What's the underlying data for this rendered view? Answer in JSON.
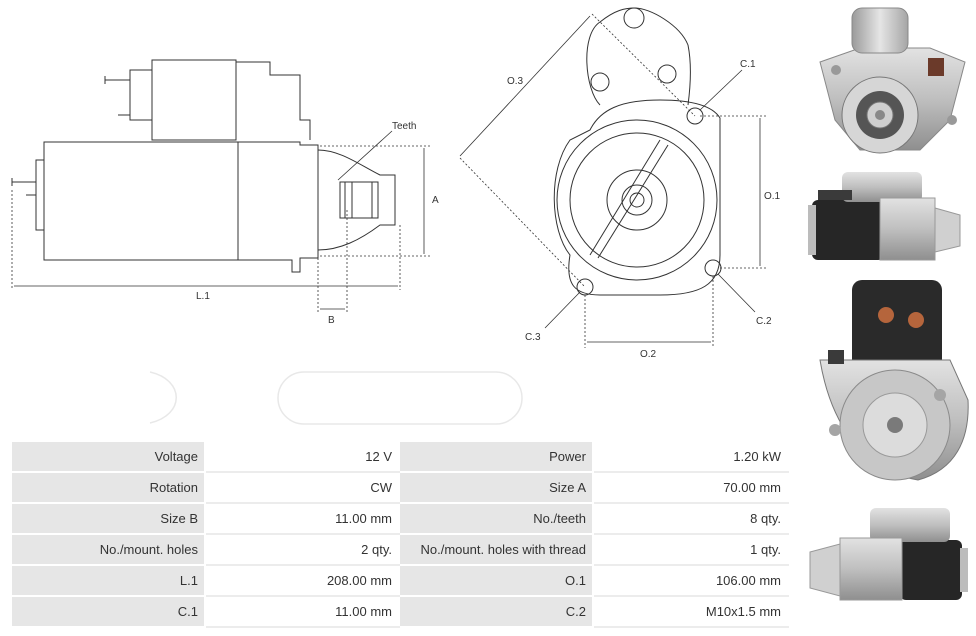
{
  "drawing": {
    "labels": {
      "teeth": "Teeth",
      "a": "A",
      "b": "B",
      "l1": "L.1",
      "o1": "O.1",
      "o2": "O.2",
      "o3": "O.3",
      "c1": "C.1",
      "c2": "C.2",
      "c3": "C.3"
    }
  },
  "specs": {
    "rows": [
      [
        {
          "label": "Voltage",
          "value": "12 V"
        },
        {
          "label": "Power",
          "value": "1.20 kW"
        }
      ],
      [
        {
          "label": "Rotation",
          "value": "CW"
        },
        {
          "label": "Size A",
          "value": "70.00 mm"
        }
      ],
      [
        {
          "label": "Size B",
          "value": "11.00 mm"
        },
        {
          "label": "No./teeth",
          "value": "8 qty."
        }
      ],
      [
        {
          "label": "No./mount. holes",
          "value": "2 qty."
        },
        {
          "label": "No./mount. holes with thread",
          "value": "1 qty."
        }
      ],
      [
        {
          "label": "L.1",
          "value": "208.00 mm"
        },
        {
          "label": "O.1",
          "value": "106.00 mm"
        }
      ],
      [
        {
          "label": "C.1",
          "value": "11.00 mm"
        },
        {
          "label": "C.2",
          "value": "M10x1.5 mm"
        }
      ]
    ]
  }
}
